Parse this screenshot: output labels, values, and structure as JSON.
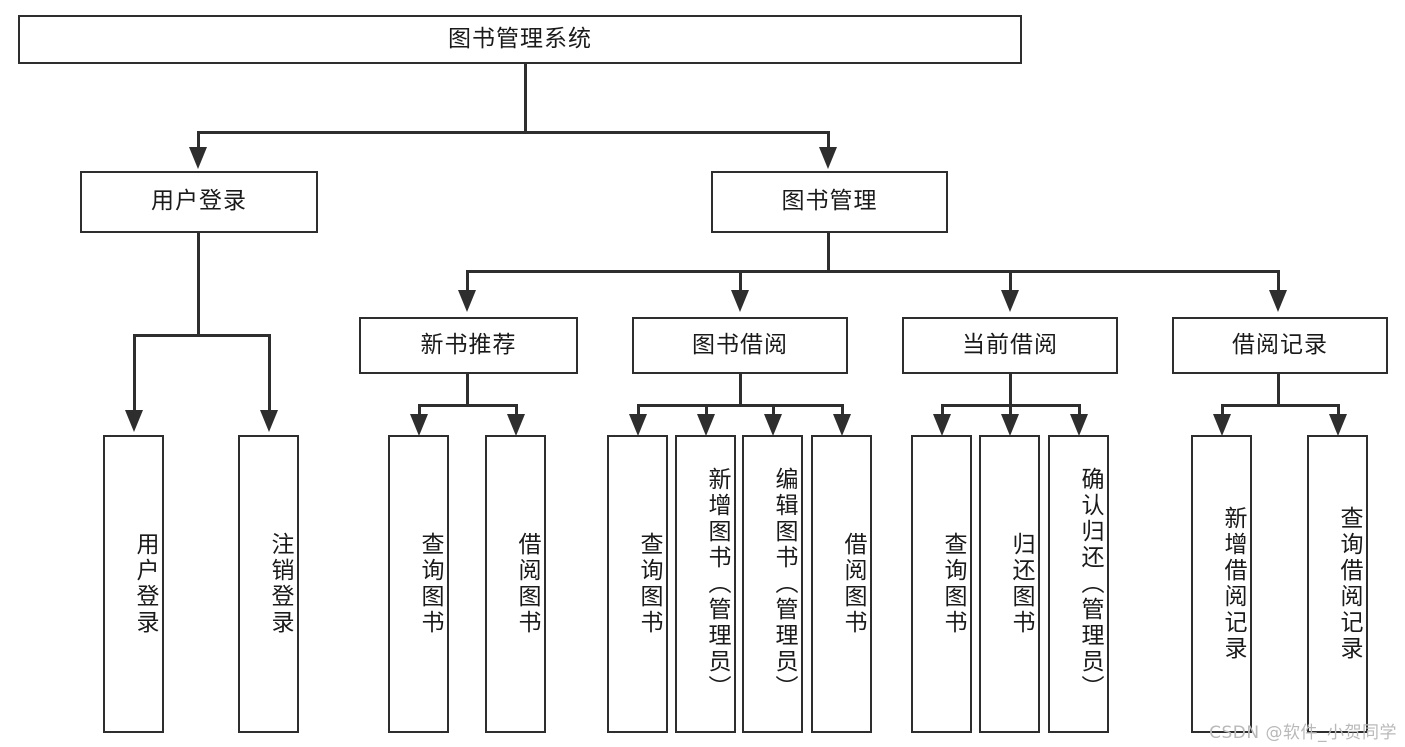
{
  "diagram": {
    "title": "图书管理系统",
    "type": "tree-hierarchy-diagram",
    "colors": {
      "stroke": "#2e2e2e",
      "fill": "#ffffff",
      "text": "#1a1a1a",
      "watermark": "#b9b9b9"
    },
    "root": {
      "label": "图书管理系统"
    },
    "level1": [
      {
        "label": "用户登录"
      },
      {
        "label": "图书管理"
      }
    ],
    "level2": [
      {
        "label": "新书推荐"
      },
      {
        "label": "图书借阅"
      },
      {
        "label": "当前借阅"
      },
      {
        "label": "借阅记录"
      }
    ],
    "leaves": {
      "user_login": [
        {
          "label": "用户登录"
        },
        {
          "label": "注销登录"
        }
      ],
      "new_book_recommend": [
        {
          "label": "查询图书"
        },
        {
          "label": "借阅图书"
        }
      ],
      "book_borrow": [
        {
          "label": "查询图书"
        },
        {
          "label": "新增图书（管理员）"
        },
        {
          "label": "编辑图书（管理员）"
        },
        {
          "label": "借阅图书"
        }
      ],
      "current_borrow": [
        {
          "label": "查询图书"
        },
        {
          "label": "归还图书"
        },
        {
          "label": "确认归还（管理员）"
        }
      ],
      "borrow_record": [
        {
          "label": "新增借阅记录"
        },
        {
          "label": "查询借阅记录"
        }
      ]
    },
    "watermark": "CSDN @软件_小贺同学"
  }
}
